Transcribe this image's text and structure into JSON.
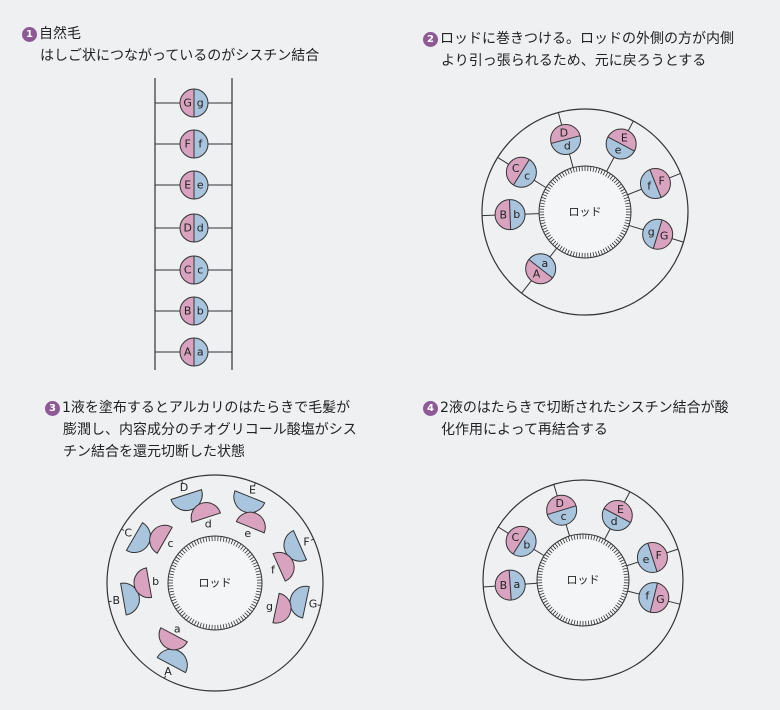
{
  "panels": [
    {
      "number": "1",
      "lines": [
        "自然毛",
        "はしご状につながっているのがシスチン結合"
      ],
      "pairs": [
        [
          "G",
          "g"
        ],
        [
          "F",
          "f"
        ],
        [
          "E",
          "e"
        ],
        [
          "D",
          "d"
        ],
        [
          "C",
          "c"
        ],
        [
          "B",
          "b"
        ],
        [
          "A",
          "a"
        ]
      ]
    },
    {
      "number": "2",
      "lines": [
        "ロッドに巻きつける。ロッドの外側の方が内側",
        "より引っ張られるため、元に戻ろうとする"
      ],
      "rod_label": "ロッド",
      "pairs": [
        [
          "D",
          "d"
        ],
        [
          "E",
          "e"
        ],
        [
          "C",
          "c"
        ],
        [
          "F",
          "f"
        ],
        [
          "B",
          "b"
        ],
        [
          "G",
          "g"
        ],
        [
          "A",
          "a"
        ]
      ]
    },
    {
      "number": "3",
      "lines": [
        "1液を塗布するとアルカリのはたらきで毛髪が",
        "膨潤し、内容成分のチオグリコール酸塩がシス",
        "チン結合を還元切断した状態"
      ],
      "rod_label": "ロッド",
      "outer": [
        "D",
        "E",
        "C",
        "F",
        "B",
        "G",
        "A"
      ],
      "inner": [
        "d",
        "e",
        "c",
        "f",
        "b",
        "g",
        "a"
      ]
    },
    {
      "number": "4",
      "lines": [
        "2液のはたらきで切断されたシスチン結合が酸",
        "化作用によって再結合する"
      ],
      "rod_label": "ロッド",
      "pairs": [
        [
          "D",
          "c"
        ],
        [
          "E",
          "d"
        ],
        [
          "C",
          "b"
        ],
        [
          "e",
          "F"
        ],
        [
          "B",
          "a"
        ],
        [
          "f",
          "G"
        ]
      ]
    }
  ],
  "colors": {
    "blue": "#a9c4dd",
    "pink": "#d9a3bf",
    "step": "#8e5a96",
    "line": "#333333"
  }
}
